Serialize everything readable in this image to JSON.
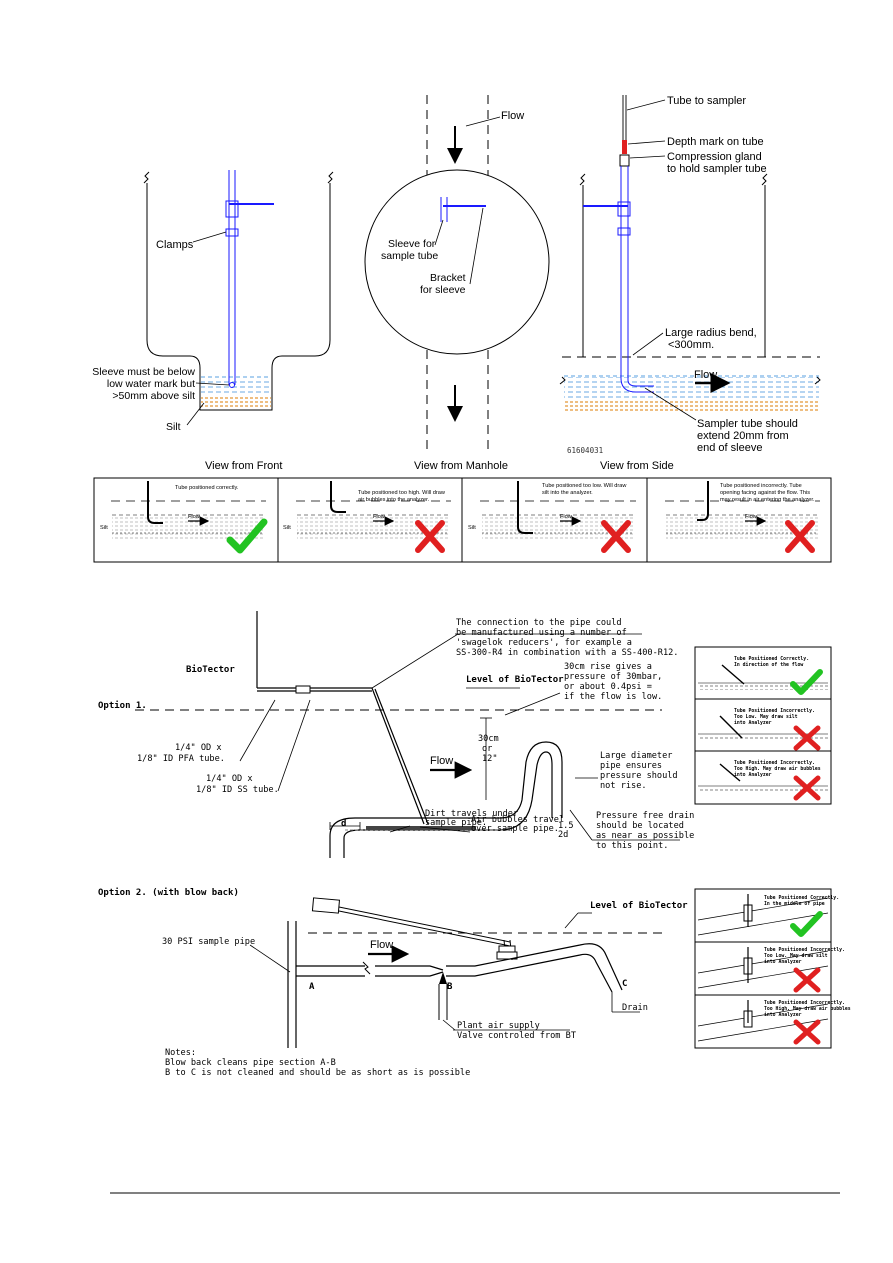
{
  "top_figure": {
    "front": {
      "caption": "View from Front",
      "clamps": "Clamps",
      "sleeve_l1": "Sleeve must be below",
      "sleeve_l2": "low water mark but",
      "sleeve_l3": ">50mm above silt",
      "silt": "Silt"
    },
    "manhole": {
      "caption": "View from Manhole",
      "flow": "Flow",
      "sleeve_l1": "Sleeve for",
      "sleeve_l2": "sample tube",
      "bracket_l1": "Bracket",
      "bracket_l2": "for sleeve"
    },
    "side": {
      "caption": "View from Side",
      "tube_to_sampler": "Tube to sampler",
      "depth_mark": "Depth mark on tube",
      "gland_l1": "Compression gland",
      "gland_l2": "to hold sampler tube",
      "bend_l1": "Large radius bend,",
      "bend_l2": "<300mm.",
      "flow": "Flow",
      "extend_l1": "Sampler tube should",
      "extend_l2": "extend 20mm from",
      "extend_l3": "end of sleeve",
      "ref": "61604031"
    }
  },
  "strip": [
    {
      "note": "Tube positioned correctly.",
      "silt": "Silt",
      "flow": "Flow",
      "result": "check"
    },
    {
      "note_l1": "Tube positioned too high. Will draw",
      "note_l2": "air bubbles into the analyzer.",
      "silt": "Silt",
      "flow": "Flow",
      "result": "cross"
    },
    {
      "note_l1": "Tube positioned too low. Will draw",
      "note_l2": "silt into the analyzer.",
      "silt": "Silt",
      "flow": "Flow",
      "result": "cross"
    },
    {
      "note_l1": "Tube positioned incorrectly. Tube",
      "note_l2": "opening facing against the flow. This",
      "note_l3": "may result in air entering the analyzer.",
      "flow": "Flow",
      "result": "cross"
    }
  ],
  "option1": {
    "title": "Option 1.",
    "biotector": "BioTector",
    "connection_l1": "The connection to the pipe could",
    "connection_l2": "be manufactured using a number of",
    "connection_l3": "'swagelok reducers', for example a",
    "connection_l4": "SS-300-R4 in combination with a SS-400-R12.",
    "level": "Level of BioTector",
    "rise_l1": "30cm rise gives a",
    "rise_l2": "pressure of 30mbar,",
    "rise_l3": "or about 0.4psi =",
    "rise_l4": "if the flow is low.",
    "dim_l1": "30cm",
    "dim_l2": "or",
    "dim_l3": "12\"",
    "flow": "Flow",
    "pfa_l1": "1/4\" OD x",
    "pfa_l2": "1/8\" ID PFA tube.",
    "ss_l1": "1/4\" OD x",
    "ss_l2": "1/8\" ID SS tube.",
    "air": "Air bubbles travel",
    "air_l2": "over sample pipe.",
    "dirt_l1": "Dirt travels under",
    "dirt_l2": "sample pipe.",
    "dia_l1": "Large diameter",
    "dia_l2": "pipe ensures",
    "dia_l3": "pressure should",
    "dia_l4": "not rise.",
    "drain_l1": "Pressure free drain",
    "drain_l2": "should be located",
    "drain_l3": "as near as possible",
    "drain_l4": "to this point.",
    "d_label": "d",
    "d15_l1": "1.5",
    "d15_l2": "2d"
  },
  "option1_panel": [
    {
      "l1": "Tube Positioned Correctly.",
      "l2": "In direction of the flow",
      "result": "check"
    },
    {
      "l1": "Tube Positioned Incorrectly.",
      "l2": "Too Low. May draw silt",
      "l3": "into Analyzer",
      "result": "cross"
    },
    {
      "l1": "Tube Positioned Incorrectly.",
      "l2": "Too High. May draw air bubbles",
      "l3": "into Analyzer",
      "result": "cross"
    }
  ],
  "option2": {
    "title": "Option 2. (with blow back)",
    "level": "Level of BioTector",
    "pipe": "30 PSI sample pipe",
    "flow": "Flow",
    "a": "A",
    "b": "B",
    "c": "C",
    "drain": "Drain",
    "air_l1": "Plant air supply",
    "air_l2": "Valve controled from BT",
    "notes_title": "Notes:",
    "note1": "Blow back cleans pipe section A-B",
    "note2": "B to C is not cleaned and should be as short as is possible"
  },
  "option2_panel": [
    {
      "l1": "Tube Positioned Correctly.",
      "l2": "In the middle of pipe",
      "result": "check"
    },
    {
      "l1": "Tube Positioned Incorrectly.",
      "l2": "Too Low. May draw silt",
      "l3": "into Analyzer",
      "result": "cross"
    },
    {
      "l1": "Tube Positioned Incorrectly.",
      "l2": "Too High. May draw air bubbles",
      "l3": "into Analyzer",
      "result": "cross"
    }
  ]
}
